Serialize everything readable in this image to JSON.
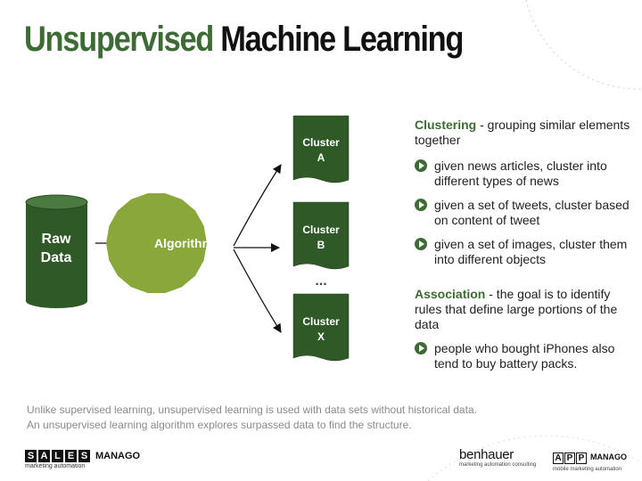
{
  "title": {
    "accent": "Unsupervised",
    "rest": "Machine Learning"
  },
  "diagram": {
    "input_line1": "Raw",
    "input_line2": "Data",
    "algorithm": "Algorithm",
    "clusters": [
      {
        "line1": "Cluster",
        "line2": "A"
      },
      {
        "line1": "Cluster",
        "line2": "B"
      },
      {
        "line1": "Cluster",
        "line2": "X"
      }
    ],
    "ellipsis": "...",
    "colors": {
      "dark_green": "#2f5a28",
      "light_green": "#8aa83a",
      "accent": "#3e6b35"
    }
  },
  "clustering": {
    "keyword": "Clustering",
    "desc": " - grouping similar elements together",
    "bullets": [
      "given news articles, cluster into different types of news",
      "given a set of tweets, cluster based on content of tweet",
      "given a set of images, cluster them into different objects"
    ]
  },
  "association": {
    "keyword": "Association",
    "desc": " - the goal is to identify rules that define large portions of the data",
    "bullets": [
      "people who bought iPhones also tend to buy battery packs."
    ]
  },
  "note": {
    "line1": "Unlike supervised learning, unsupervised learning is used with data sets without historical data.",
    "line2": "An unsupervised learning algorithm explores surpassed data to find the structure."
  },
  "footer": {
    "sales_letters": [
      "S",
      "A",
      "L",
      "E",
      "S"
    ],
    "manago": "MANAGO",
    "sales_tagline": "marketing automation",
    "benhauer": "benhauer",
    "benhauer_tagline": "marketing automation consulting",
    "app_letters": [
      "A",
      "P",
      "P"
    ],
    "app_manago": "MANAGO",
    "app_tagline": "mobile marketing automation"
  }
}
